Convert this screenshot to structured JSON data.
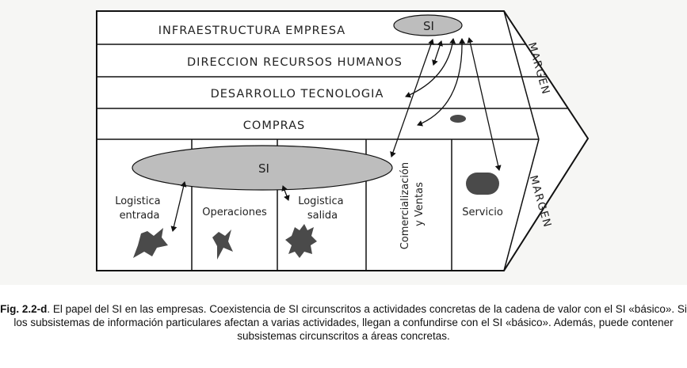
{
  "diagram": {
    "support_rows": [
      {
        "label": "INFRAESTRUCTURA EMPRESA"
      },
      {
        "label": "DIRECCION RECURSOS HUMANOS"
      },
      {
        "label": "DESARROLLO TECNOLOGIA"
      },
      {
        "label": "COMPRAS"
      }
    ],
    "si_top_label": "SI",
    "si_main_label": "SI",
    "primary_activities": [
      {
        "lines": [
          "Logistica",
          "entrada"
        ]
      },
      {
        "lines": [
          "Operaciones"
        ]
      },
      {
        "lines": [
          "Logistica",
          "salida"
        ]
      },
      {
        "lines": [
          "Comercialización",
          "y Ventas"
        ]
      },
      {
        "lines": [
          "Servicio"
        ]
      }
    ],
    "margin_label": "MARGEN",
    "shape_color": "#4a4a4a",
    "ellipse_color": "#bdbdbd"
  },
  "caption": {
    "figure_ref": "Fig. 2.2-d",
    "text": ". El papel del SI en las empresas. Coexistencia de SI circunscritos a actividades concretas de la cadena de valor con el SI «básico». Si los subsistemas de información particulares afectan a varias actividades, llegan a confundirse con el SI «básico». Además, puede contener subsistemas circunscritos a áreas concretas."
  }
}
